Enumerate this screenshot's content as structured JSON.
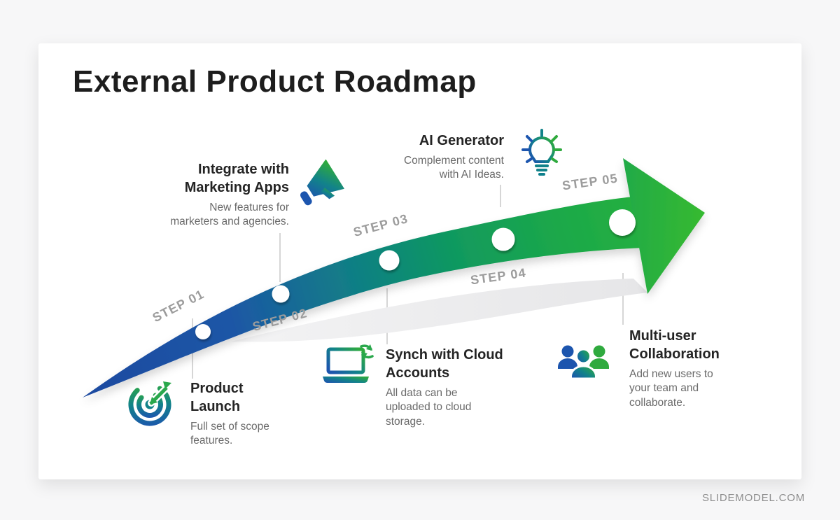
{
  "slide": {
    "title": "External Product Roadmap",
    "watermark": "SLIDEMODEL.COM"
  },
  "roadmap": {
    "steps": [
      {
        "label": "STEP 01"
      },
      {
        "label": "STEP 02"
      },
      {
        "label": "STEP 03"
      },
      {
        "label": "STEP 04"
      },
      {
        "label": "STEP 05"
      }
    ],
    "items": [
      {
        "id": "product-launch",
        "title": "Product\nLaunch",
        "description": "Full set of scope\nfeatures.",
        "icon": "target-icon"
      },
      {
        "id": "integrate-marketing-apps",
        "title": "Integrate with\nMarketing Apps",
        "description": "New features for\nmarketers and agencies.",
        "icon": "megaphone-icon"
      },
      {
        "id": "synch-cloud-accounts",
        "title": "Synch with Cloud\nAccounts",
        "description": "All data can be\nuploaded to cloud\nstorage.",
        "icon": "laptop-sync-icon"
      },
      {
        "id": "ai-generator",
        "title": "AI Generator",
        "description": "Complement content\nwith AI Ideas.",
        "icon": "lightbulb-icon"
      },
      {
        "id": "multi-user-collaboration",
        "title": "Multi-user\nCollaboration",
        "description": "Add new users to\nyour team and\ncollaborate.",
        "icon": "people-group-icon"
      }
    ]
  },
  "colors": {
    "arrow_gradient": [
      "#1d4aa0",
      "#1c56a6",
      "#117e86",
      "#119a5e",
      "#1daa47",
      "#2db43a"
    ],
    "arrowhead_start": "#23ab46",
    "arrowhead_end": "#36ba30",
    "icon_blue": "#1c55ae",
    "icon_teal": "#12838a",
    "icon_green": "#2faa3e",
    "step_label_gray": "#9c9c9c",
    "title_black": "#1d1d1d",
    "item_title_black": "#242424",
    "description_gray": "#6a6a6a",
    "connector_gray": "#d6d6d6"
  }
}
